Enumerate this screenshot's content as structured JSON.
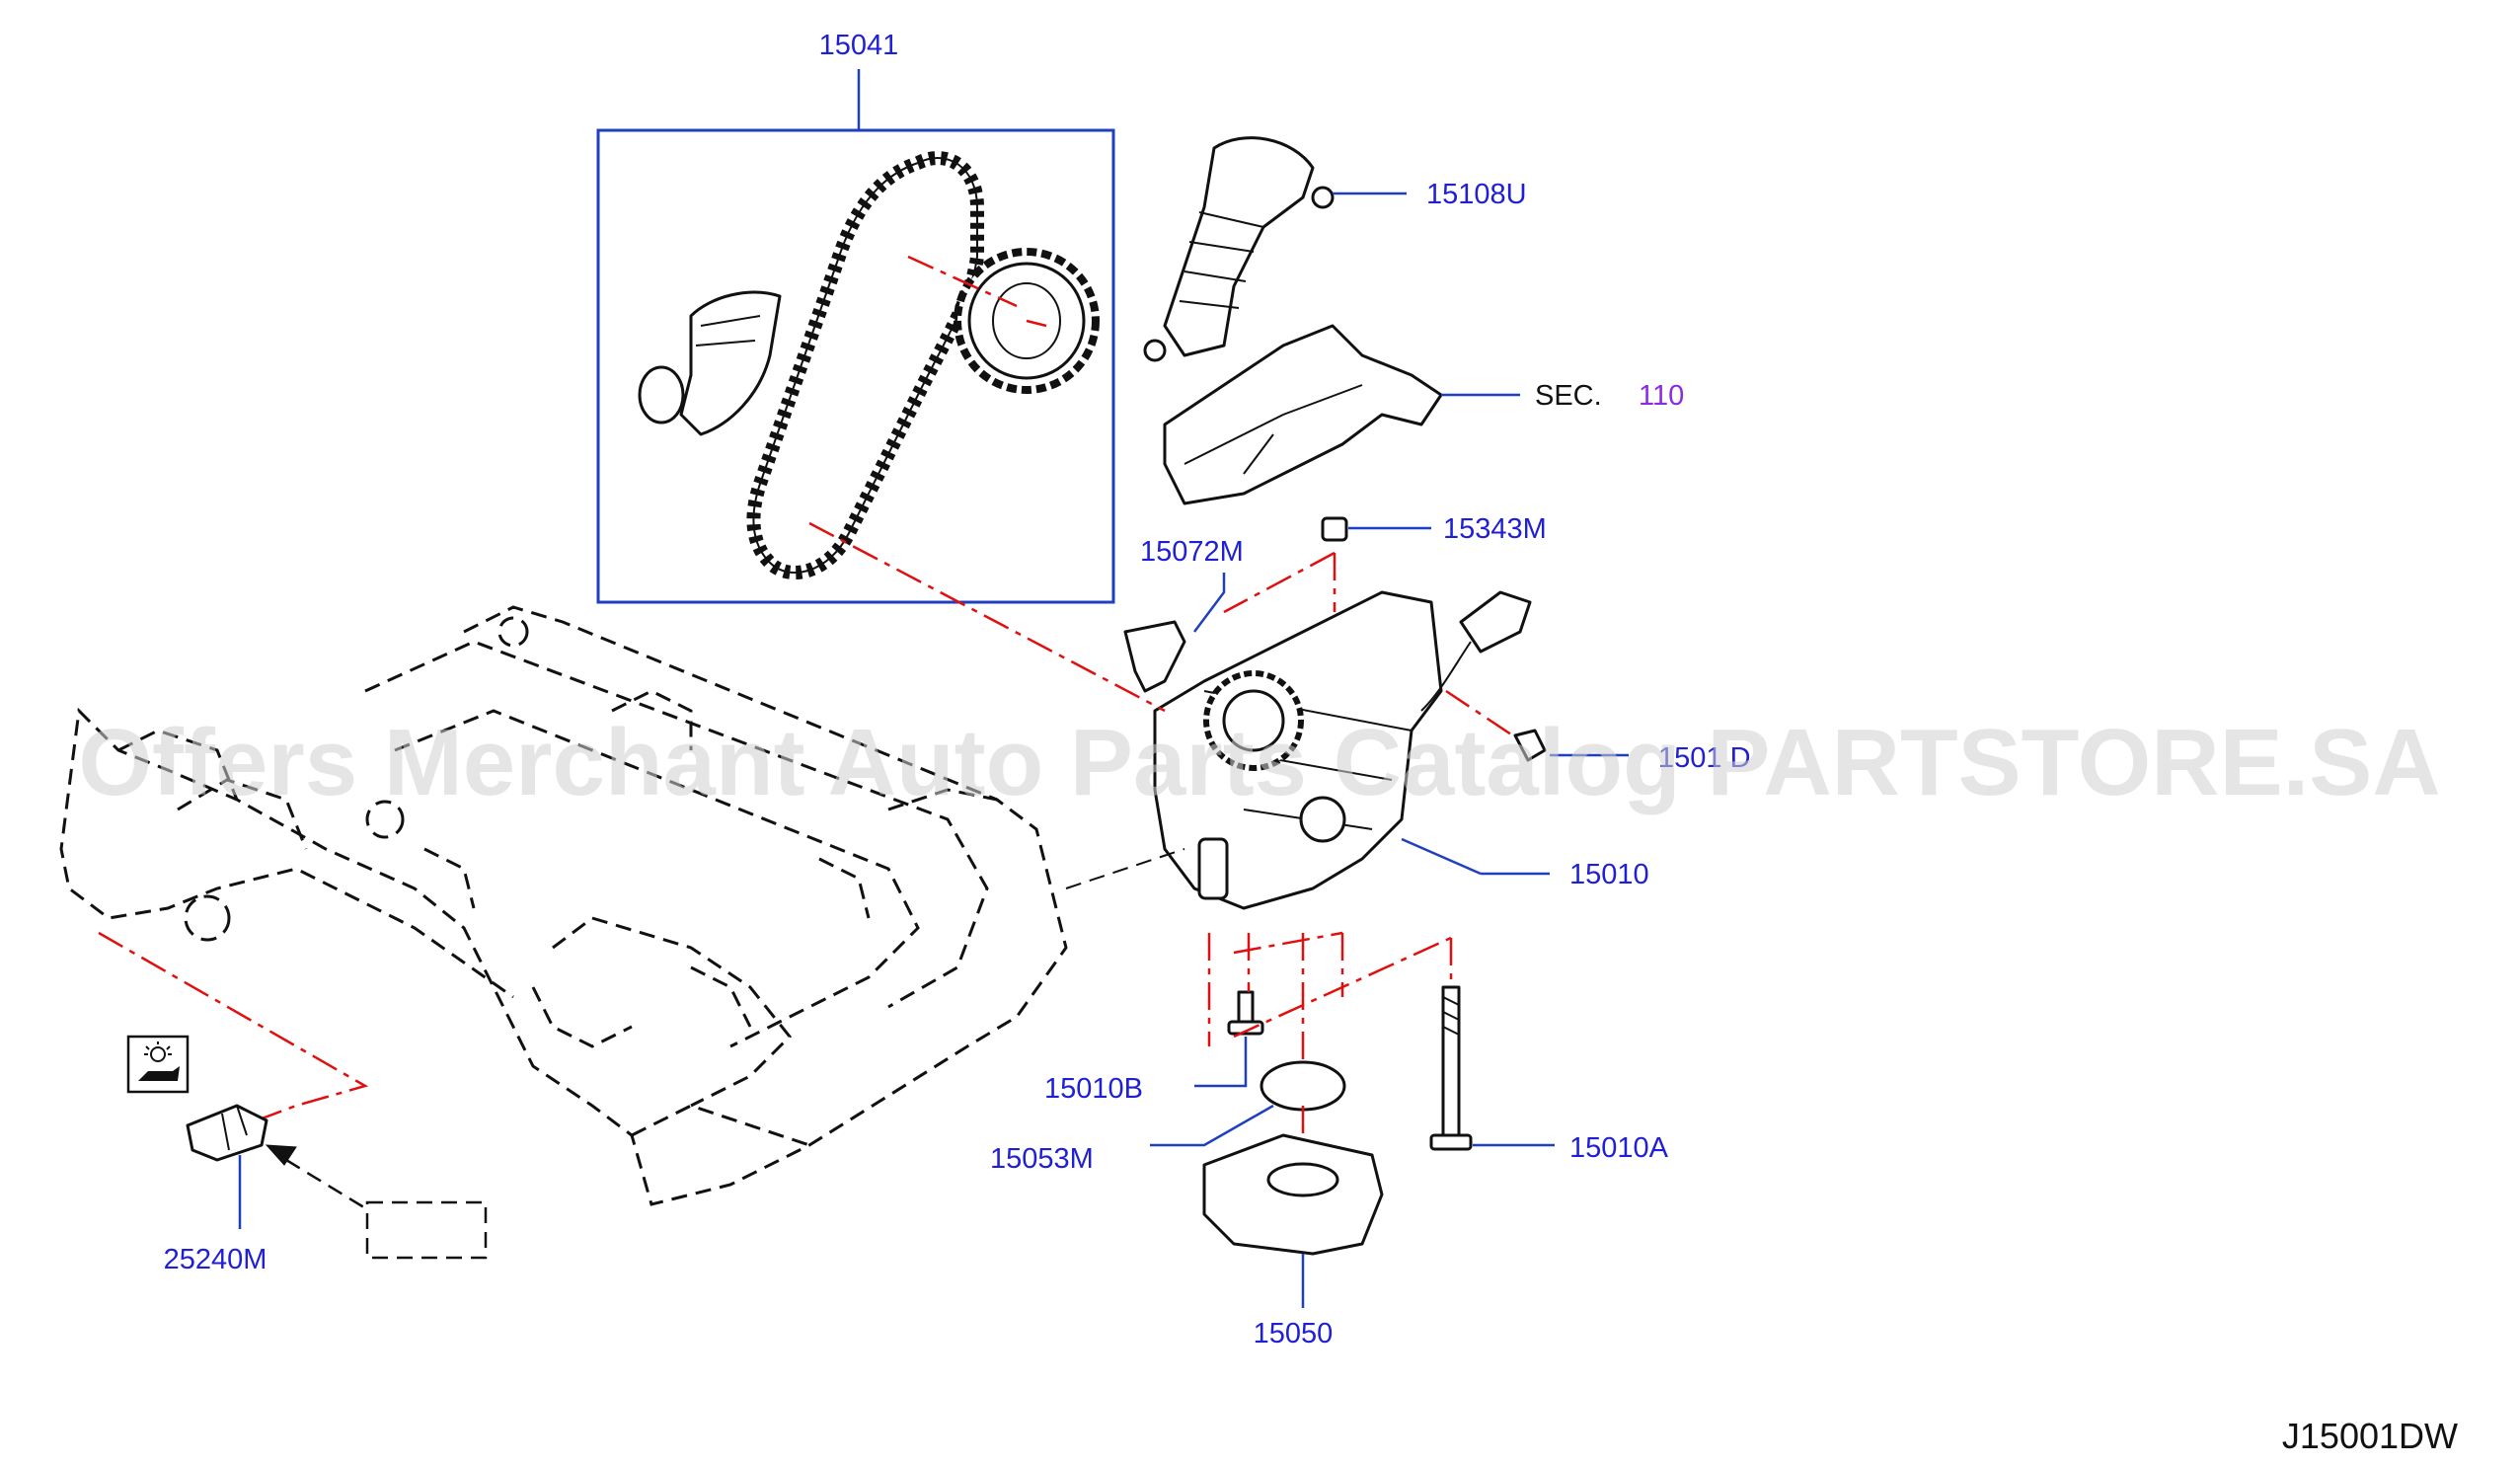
{
  "labels": {
    "p15041": "15041",
    "p15108U": "15108U",
    "sec_prefix": "SEC.",
    "sec_number": "110",
    "p15343M": "15343M",
    "p15072M": "15072M",
    "p1501D": "1501 D",
    "p15010": "15010",
    "p15010B": "15010B",
    "p15053M": "15053M",
    "p15010A": "15010A",
    "p15050": "15050",
    "p25240M": "25240M"
  },
  "drawing_code": "J15001DW",
  "watermark": "Offers Merchant Auto Parts Catalog PARTSTORE.SA",
  "colors": {
    "label": "#1f1fd6",
    "leader": "#1f3fbf",
    "reference_line": "#e01010",
    "section_number": "#8a2be2"
  },
  "icons": {
    "oil_pressure": "oil-pressure-warning-icon"
  }
}
